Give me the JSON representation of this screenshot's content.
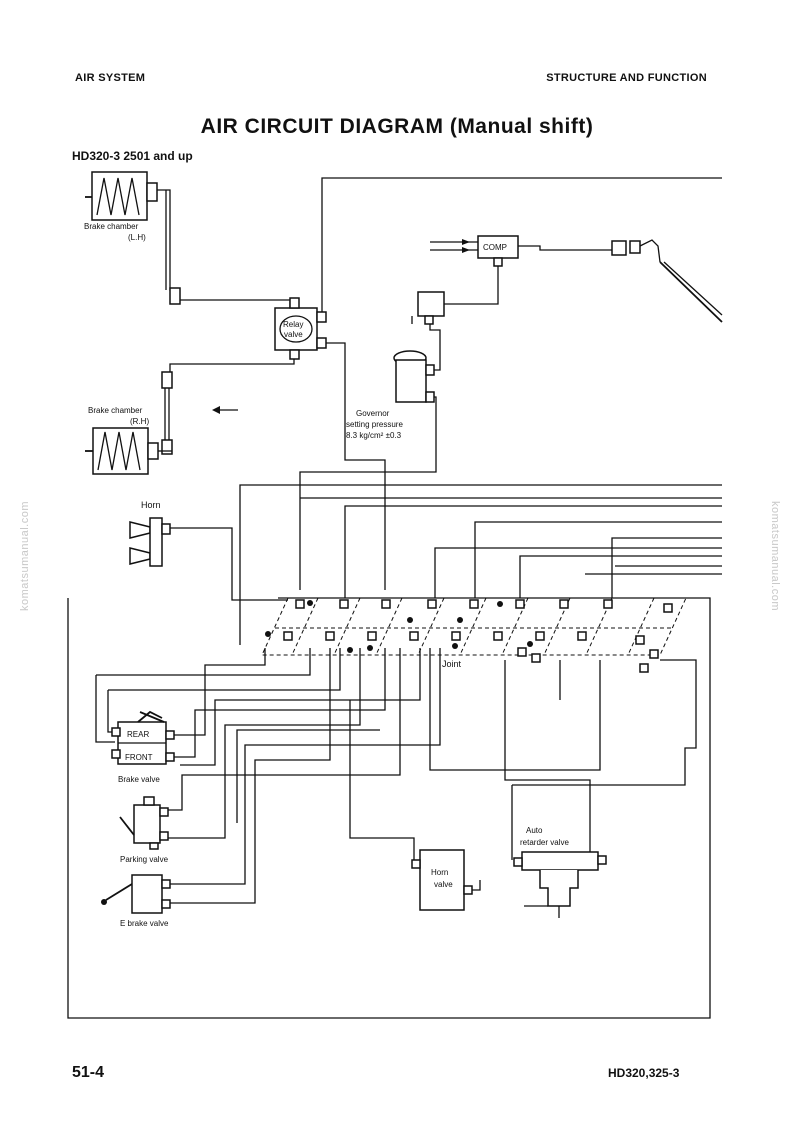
{
  "header": {
    "left": "AIR SYSTEM",
    "right": "STRUCTURE AND FUNCTION"
  },
  "title": "AIR CIRCUIT DIAGRAM (Manual shift)",
  "model": "HD320-3 2501 and up",
  "labels": {
    "brake_chamber_lh_1": "Brake chamber",
    "brake_chamber_lh_2": "(L.H)",
    "brake_chamber_rh_1": "Brake chamber",
    "brake_chamber_rh_2": "(R.H)",
    "relay_valve_1": "Relay",
    "relay_valve_2": "valve",
    "comp": "COMP",
    "governor_1": "Governor",
    "governor_2": "setting pressure",
    "governor_3": "8.3 kg/cm² ±0.3",
    "horn": "Horn",
    "joint": "Joint",
    "rear": "REAR",
    "front": "FRONT",
    "brake_valve": "Brake valve",
    "parking_valve": "Parking valve",
    "e_brake_valve": "E brake valve",
    "horn_valve_1": "Horn",
    "horn_valve_2": "valve",
    "auto_retarder_1": "Auto",
    "auto_retarder_2": "retarder valve"
  },
  "footer": {
    "page": "51-4",
    "model": "HD320,325-3"
  },
  "watermark": "komatsumanual.com"
}
